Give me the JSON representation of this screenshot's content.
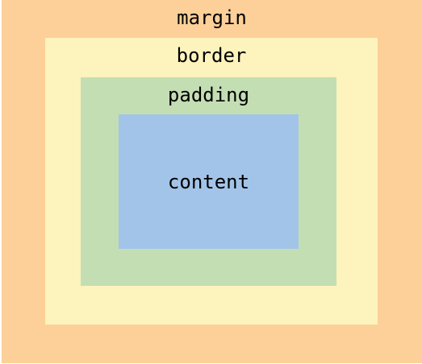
{
  "diagram": {
    "layers": [
      {
        "key": "margin",
        "label": "margin",
        "color": "#fcd098"
      },
      {
        "key": "border",
        "label": "border",
        "color": "#fdf3bc"
      },
      {
        "key": "padding",
        "label": "padding",
        "color": "#c4deb4"
      },
      {
        "key": "content",
        "label": "content",
        "color": "#a2c4e8"
      }
    ]
  }
}
